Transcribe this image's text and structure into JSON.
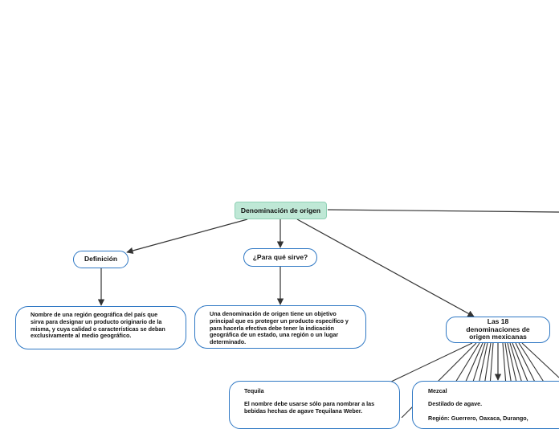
{
  "map": {
    "root": {
      "label": "Denominación de origen"
    },
    "definicion": {
      "label": "Definición",
      "detail": "Nombre de una región geográfica del país que sirva para designar un producto originario de la misma, y cuya calidad o características se deban exclusivamente al medio geográfico."
    },
    "para_que": {
      "label": "¿Para qué sirve?",
      "detail": "Una denominación de origen tiene un objetivo principal que es proteger un producto específico y para hacerla efectiva debe tener la indicación geográfica de un estado, una región o un lugar determinado."
    },
    "las18": {
      "label": "Las 18 denominaciones de origen mexicanas",
      "children": [
        {
          "title": "Tequila",
          "lines": [
            "El nombre debe usarse sólo para nombrar a las bebidas hechas de agave Tequilana Weber."
          ]
        },
        {
          "title": "Mezcal",
          "lines": [
            "Destilado de agave.",
            "Región: Guerrero, Oaxaca, Durango,"
          ]
        }
      ]
    }
  }
}
